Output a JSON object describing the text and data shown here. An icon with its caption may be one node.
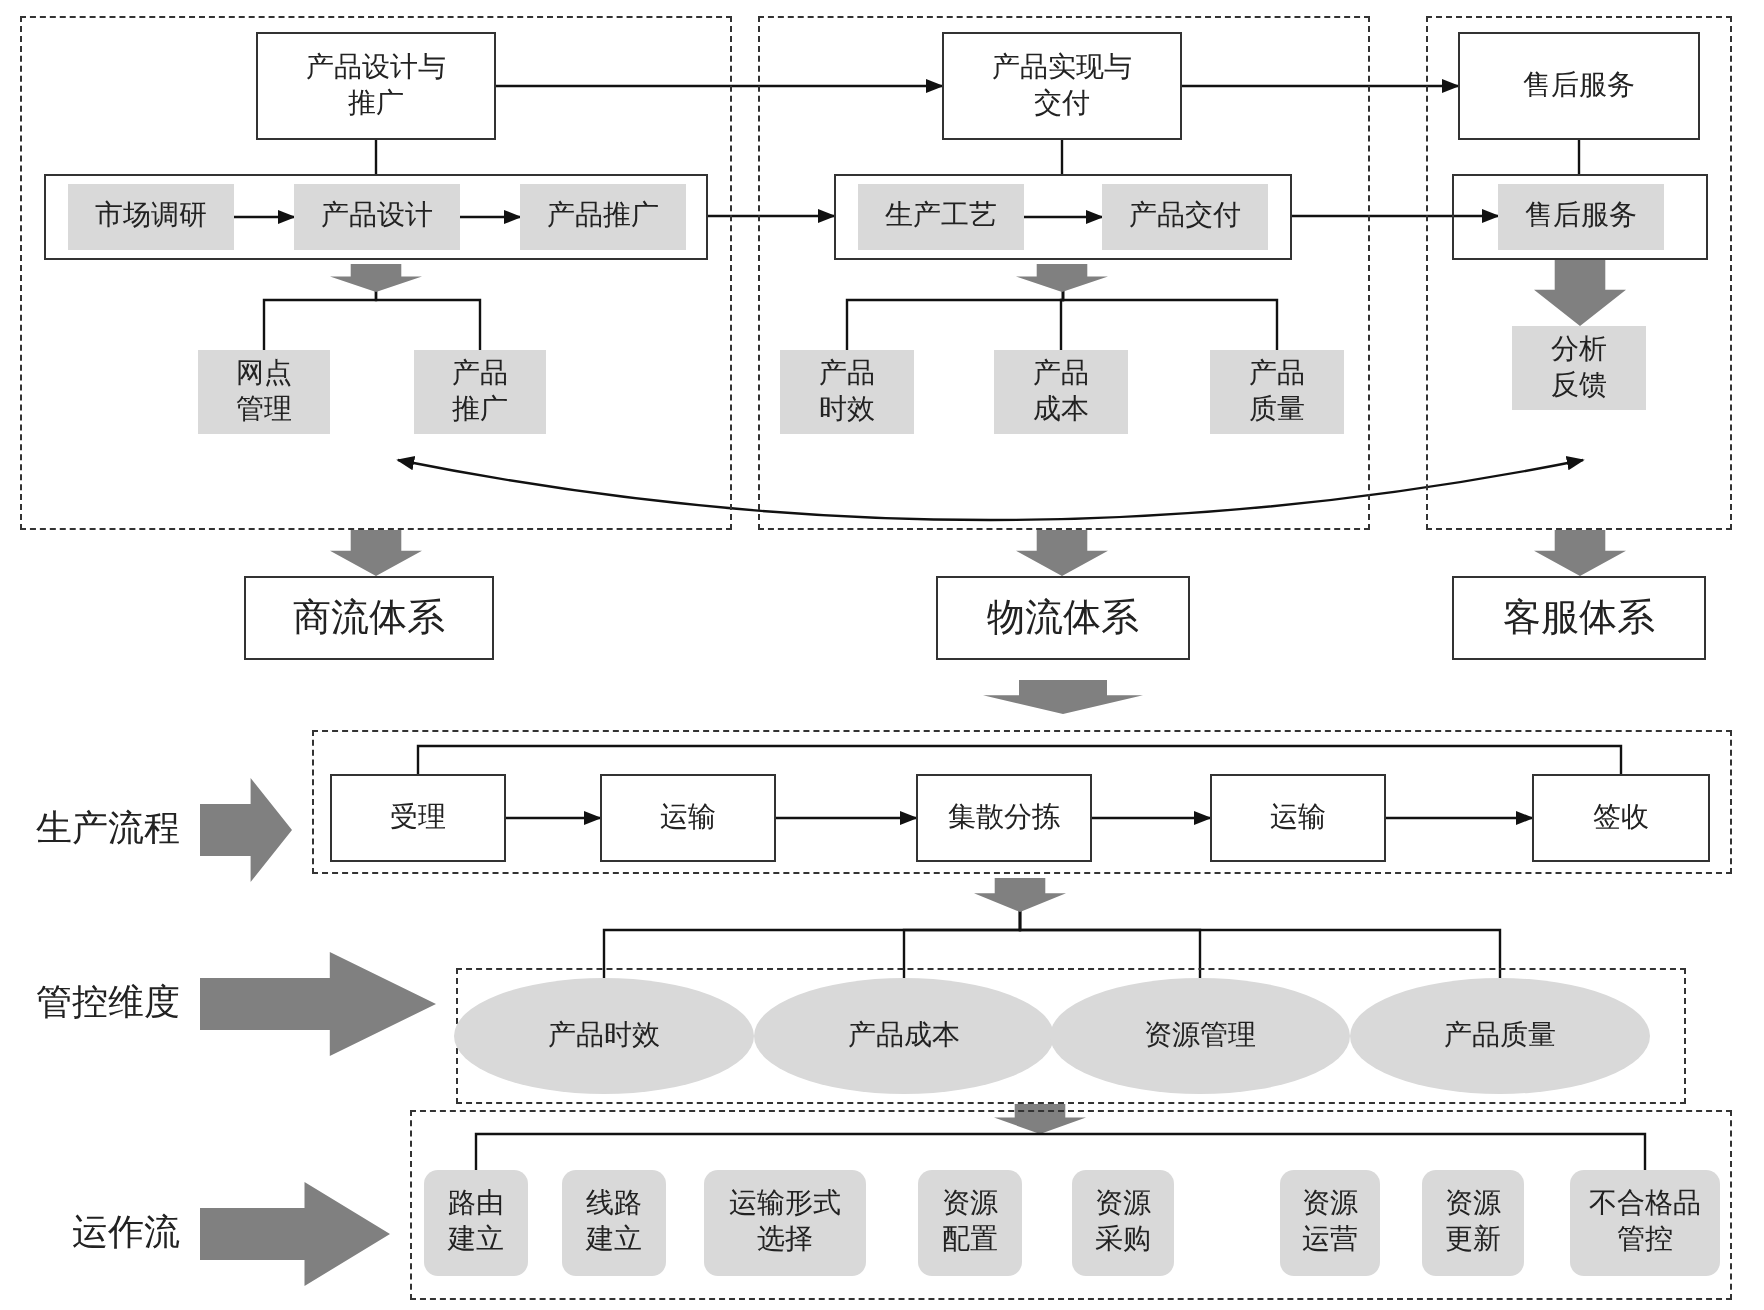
{
  "diagram": {
    "nodes": [
      {
        "text": [],
        "shape": "box"
      },
      {
        "text": [
          "产品设计与推广"
        ],
        "in": 0
      },
      {
        "text": [],
        "shape": "box",
        "in": 0
      },
      {
        "text": [
          "市场调研"
        ],
        "in": 2
      },
      {
        "text": [
          "产品设计"
        ],
        "in": 2
      },
      {
        "text": [
          "产品推广"
        ],
        "in": 2
      },
      {
        "text": [
          "网点管理"
        ],
        "in": 0
      },
      {
        "text": [
          "产品推广"
        ],
        "in": 0
      },
      {
        "text": [],
        "shape": "box"
      },
      {
        "text": [
          "产品实现与交付"
        ],
        "in": 8
      },
      {
        "text": [],
        "shape": "box",
        "in": 8
      },
      {
        "text": [
          "生产工艺"
        ],
        "in": 10
      },
      {
        "text": [
          "产品交付"
        ],
        "in": 10
      },
      {
        "text": [
          "产品时效"
        ],
        "in": 8
      },
      {
        "text": [
          "产品成本"
        ],
        "in": 8
      },
      {
        "text": [
          "产品质量"
        ],
        "in": 8
      },
      {
        "text": [],
        "shape": "box"
      },
      {
        "text": [
          "售后服务"
        ],
        "in": 16
      },
      {
        "text": [],
        "shape": "box",
        "in": 16
      },
      {
        "text": [
          "售后服务"
        ],
        "in": 18
      },
      {
        "text": [
          "分析反馈"
        ],
        "in": 16
      },
      {
        "text": [
          "商流体系"
        ]
      },
      {
        "text": [
          "物流体系"
        ]
      },
      {
        "text": [
          "客服体系"
        ]
      },
      {
        "text": [
          "生产流程"
        ]
      },
      {
        "text": [],
        "shape": "box"
      },
      {
        "text": [
          "受理"
        ],
        "in": 25
      },
      {
        "text": [
          "运输"
        ],
        "in": 25
      },
      {
        "text": [
          "集散分拣"
        ],
        "in": 25
      },
      {
        "text": [
          "运输"
        ],
        "in": 25
      },
      {
        "text": [
          "签收"
        ],
        "in": 25
      },
      {
        "text": [
          "管控维度"
        ]
      },
      {
        "text": [],
        "shape": "box"
      },
      {
        "text": [
          "产品时效"
        ],
        "in": 32
      },
      {
        "text": [
          "产品成本"
        ],
        "in": 32
      },
      {
        "text": [
          "资源管理"
        ],
        "in": 32
      },
      {
        "text": [
          "产品质量"
        ],
        "in": 32
      },
      {
        "text": [
          "运作流"
        ]
      },
      {
        "text": [],
        "shape": "box"
      },
      {
        "text": [
          "路由建立"
        ],
        "in": 38
      },
      {
        "text": [
          "线路建立"
        ],
        "in": 38
      },
      {
        "text": [
          "运输形式选择"
        ],
        "in": 38
      },
      {
        "text": [
          "资源配置"
        ],
        "in": 38
      },
      {
        "text": [
          "资源采购"
        ],
        "in": 38
      },
      {
        "text": [
          "资源运营"
        ],
        "in": 38
      },
      {
        "text": [
          "资源更新"
        ],
        "in": 38
      },
      {
        "text": [
          "不合格品管控"
        ],
        "in": 38
      }
    ],
    "edges": [
      {
        "from": 1,
        "to": 9,
        "arrow": "to"
      },
      {
        "from": 9,
        "to": 17,
        "arrow": "to"
      },
      {
        "from": 1,
        "to": 2,
        "arrow": "none"
      },
      {
        "from": 9,
        "to": 10,
        "arrow": "none"
      },
      {
        "from": 17,
        "to": 18,
        "arrow": "none"
      },
      {
        "from": 3,
        "to": 4,
        "arrow": "to"
      },
      {
        "from": 4,
        "to": 5,
        "arrow": "to"
      },
      {
        "from": 2,
        "to": 10,
        "arrow": "to"
      },
      {
        "from": 11,
        "to": 12,
        "arrow": "to"
      },
      {
        "from": 10,
        "to": 19,
        "arrow": "to"
      },
      {
        "from": 2,
        "to": 6,
        "arrow": "none"
      },
      {
        "from": 2,
        "to": 7,
        "arrow": "none"
      },
      {
        "from": 10,
        "to": 13,
        "arrow": "none"
      },
      {
        "from": 10,
        "to": 14,
        "arrow": "none"
      },
      {
        "from": 10,
        "to": 15,
        "arrow": "none"
      },
      {
        "from": 18,
        "to": 20,
        "arrow": "to",
        "style": "thick",
        "color": "#808080"
      },
      {
        "from": 7,
        "to": 20,
        "arrow": "both"
      },
      {
        "from": 0,
        "to": 21,
        "arrow": "to",
        "style": "thick",
        "color": "#808080"
      },
      {
        "from": 8,
        "to": 22,
        "arrow": "to",
        "style": "thick",
        "color": "#808080"
      },
      {
        "from": 16,
        "to": 23,
        "arrow": "to",
        "style": "thick",
        "color": "#808080"
      },
      {
        "from": 22,
        "to": 25,
        "arrow": "to",
        "style": "thick",
        "color": "#808080"
      },
      {
        "from": 24,
        "to": 25,
        "arrow": "to",
        "style": "thick",
        "color": "#808080"
      },
      {
        "from": 26,
        "to": 27,
        "arrow": "to"
      },
      {
        "from": 27,
        "to": 28,
        "arrow": "to"
      },
      {
        "from": 28,
        "to": 29,
        "arrow": "to"
      },
      {
        "from": 29,
        "to": 30,
        "arrow": "to"
      },
      {
        "from": 26,
        "to": 30,
        "arrow": "none"
      },
      {
        "from": 25,
        "to": 33,
        "arrow": "none"
      },
      {
        "from": 25,
        "to": 34,
        "arrow": "none"
      },
      {
        "from": 25,
        "to": 35,
        "arrow": "none"
      },
      {
        "from": 25,
        "to": 36,
        "arrow": "none"
      },
      {
        "from": 31,
        "to": 32,
        "arrow": "to",
        "style": "thick",
        "color": "#808080"
      },
      {
        "from": 32,
        "to": 38,
        "arrow": "to",
        "style": "thick",
        "color": "#808080"
      },
      {
        "from": 37,
        "to": 38,
        "arrow": "to",
        "style": "thick",
        "color": "#808080"
      },
      {
        "from": 39,
        "to": 46,
        "arrow": "none"
      },
      {
        "from": 2,
        "to": null,
        "arrow": "to",
        "style": "thick",
        "color": "#808080"
      },
      {
        "from": 10,
        "to": null,
        "arrow": "to",
        "style": "thick",
        "color": "#808080"
      },
      {
        "from": 25,
        "to": null,
        "arrow": "to",
        "style": "thick",
        "color": "#808080"
      }
    ]
  }
}
